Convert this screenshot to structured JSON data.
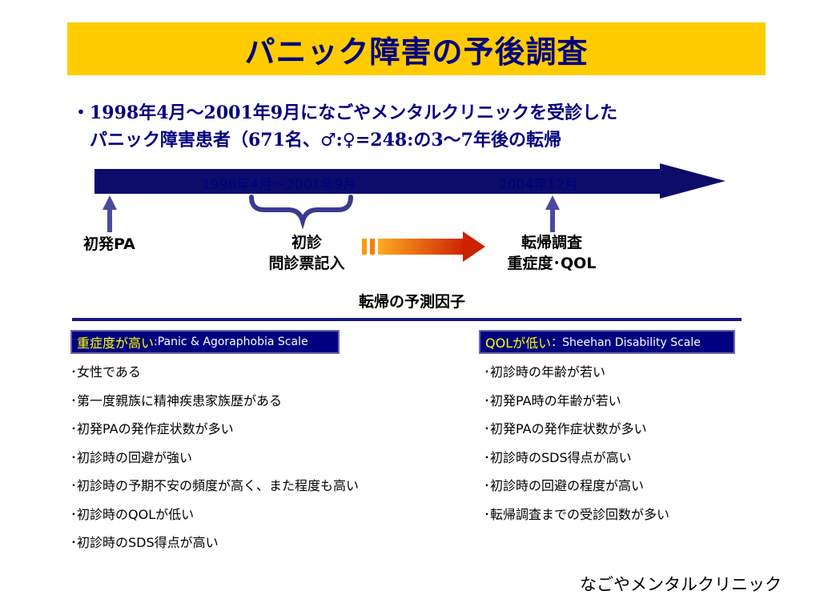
{
  "title": "パニック障害の予後調査",
  "bullet": {
    "mark": "・",
    "line1": "1998年4月～2001年9月になごやメンタルクリニックを受診した",
    "line2": "パニック障害患者（671名、♂:♀=248:の3～7年後の転帰"
  },
  "timeline": {
    "period_label": "1998年4月～2001年9月",
    "survey_label": "2004年12月"
  },
  "nodes": {
    "onset": "初発PA",
    "first_visit_line1": "初診",
    "first_visit_line2": "問診票記入",
    "outcome_line1": "転帰調査",
    "outcome_line2": "重症度･QOL"
  },
  "factors_title": "転帰の予測因子",
  "left_box": {
    "head_main": "重症度が高い",
    "head_sub": ":Panic & Agoraphobia Scale",
    "items": [
      "･女性である",
      "･第一度親族に精神疾患家族歴がある",
      "･初発PAの発作症状数が多い",
      "･初診時の回避が強い",
      "･初診時の予期不安の頻度が高く、また程度も高い",
      "･初診時のQOLが低い",
      "･初診時のSDS得点が高い"
    ]
  },
  "right_box": {
    "head_main": "QOLが低い",
    "head_sub": "：Sheehan Disability Scale",
    "items": [
      "･初診時の年齢が若い",
      "･初発PA時の年齢が若い",
      "･初発PAの発作症状数が多い",
      "･初診時のSDS得点が高い",
      "･初診時の回避の程度が高い",
      "･転帰調査までの受診回数が多い"
    ]
  },
  "footer": "なごやメンタルクリニック",
  "colors": {
    "title_band": "#ffcc00",
    "navy": "#000080",
    "timeline_arrow": "#0c0c6a",
    "highlight_text": "#ffff00",
    "orange_arrow_start": "#ff9900",
    "orange_arrow_end": "#cc2200"
  }
}
